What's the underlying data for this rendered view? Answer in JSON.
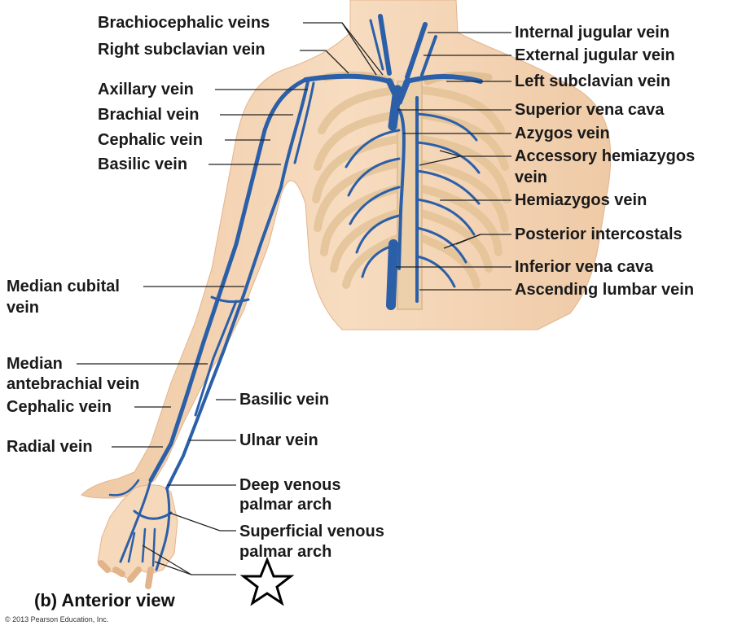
{
  "labels": {
    "brachiocephalic_veins": "Brachiocephalic veins",
    "right_subclavian_vein": "Right subclavian vein",
    "axillary_vein": "Axillary vein",
    "brachial_vein": "Brachial vein",
    "cephalic_vein_upper": "Cephalic vein",
    "basilic_vein_upper": "Basilic vein",
    "median_cubital_vein_1": "Median cubital",
    "median_cubital_vein_2": "vein",
    "median_antebrachial_vein_1": "Median",
    "median_antebrachial_vein_2": "antebrachial vein",
    "cephalic_vein_lower": "Cephalic vein",
    "radial_vein": "Radial vein",
    "basilic_vein_lower": "Basilic vein",
    "ulnar_vein": "Ulnar vein",
    "deep_venous_palmar_arch_1": "Deep venous",
    "deep_venous_palmar_arch_2": "palmar arch",
    "superficial_venous_palmar_arch_1": "Superficial venous",
    "superficial_venous_palmar_arch_2": "palmar arch",
    "internal_jugular_vein": "Internal jugular vein",
    "external_jugular_vein": "External jugular vein",
    "left_subclavian_vein": "Left subclavian vein",
    "superior_vena_cava": "Superior vena cava",
    "azygos_vein": "Azygos vein",
    "accessory_hemiazygos_vein_1": "Accessory hemiazygos",
    "accessory_hemiazygos_vein_2": "vein",
    "hemiazygos_vein": "Hemiazygos vein",
    "posterior_intercostals": "Posterior intercostals",
    "inferior_vena_cava": "Inferior vena cava",
    "ascending_lumbar_vein": "Ascending lumbar vein"
  },
  "caption": "(b)  Anterior view",
  "copyright": "© 2013 Pearson Education, Inc.",
  "colors": {
    "vein": "#2b5fa8",
    "skin": "#f3d4b4",
    "bone": "#e8c9a0",
    "leader": "#222222"
  }
}
